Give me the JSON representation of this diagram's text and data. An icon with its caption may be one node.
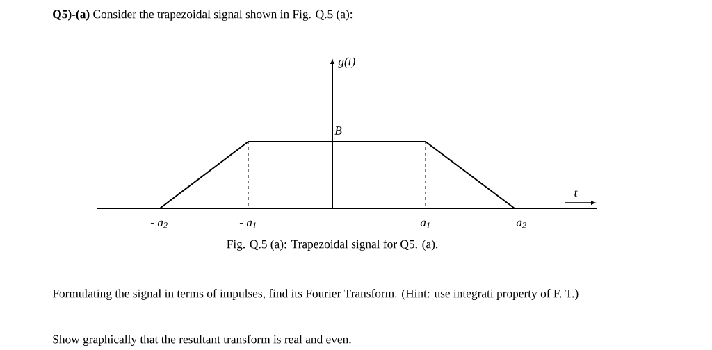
{
  "diagram": {
    "caption": "Fig. Q.5 (a): Trapezoidal signal for Q5. (a).",
    "labels": [
      "**Q5)-(a)** Consider the trapezoidal signal shown in Fig. Q.5 (a):",
      "g(t)",
      "B",
      "t",
      "- a$_{2}$",
      "- a$_{1}$",
      "a$_{1}$",
      "a$_{2}$",
      "Formulating the signal in terms of impulses, find its Fourier Transform. (Hint: use integrati property of F. T.)",
      "Show graphically that the resultant transform is real and even."
    ]
  }
}
